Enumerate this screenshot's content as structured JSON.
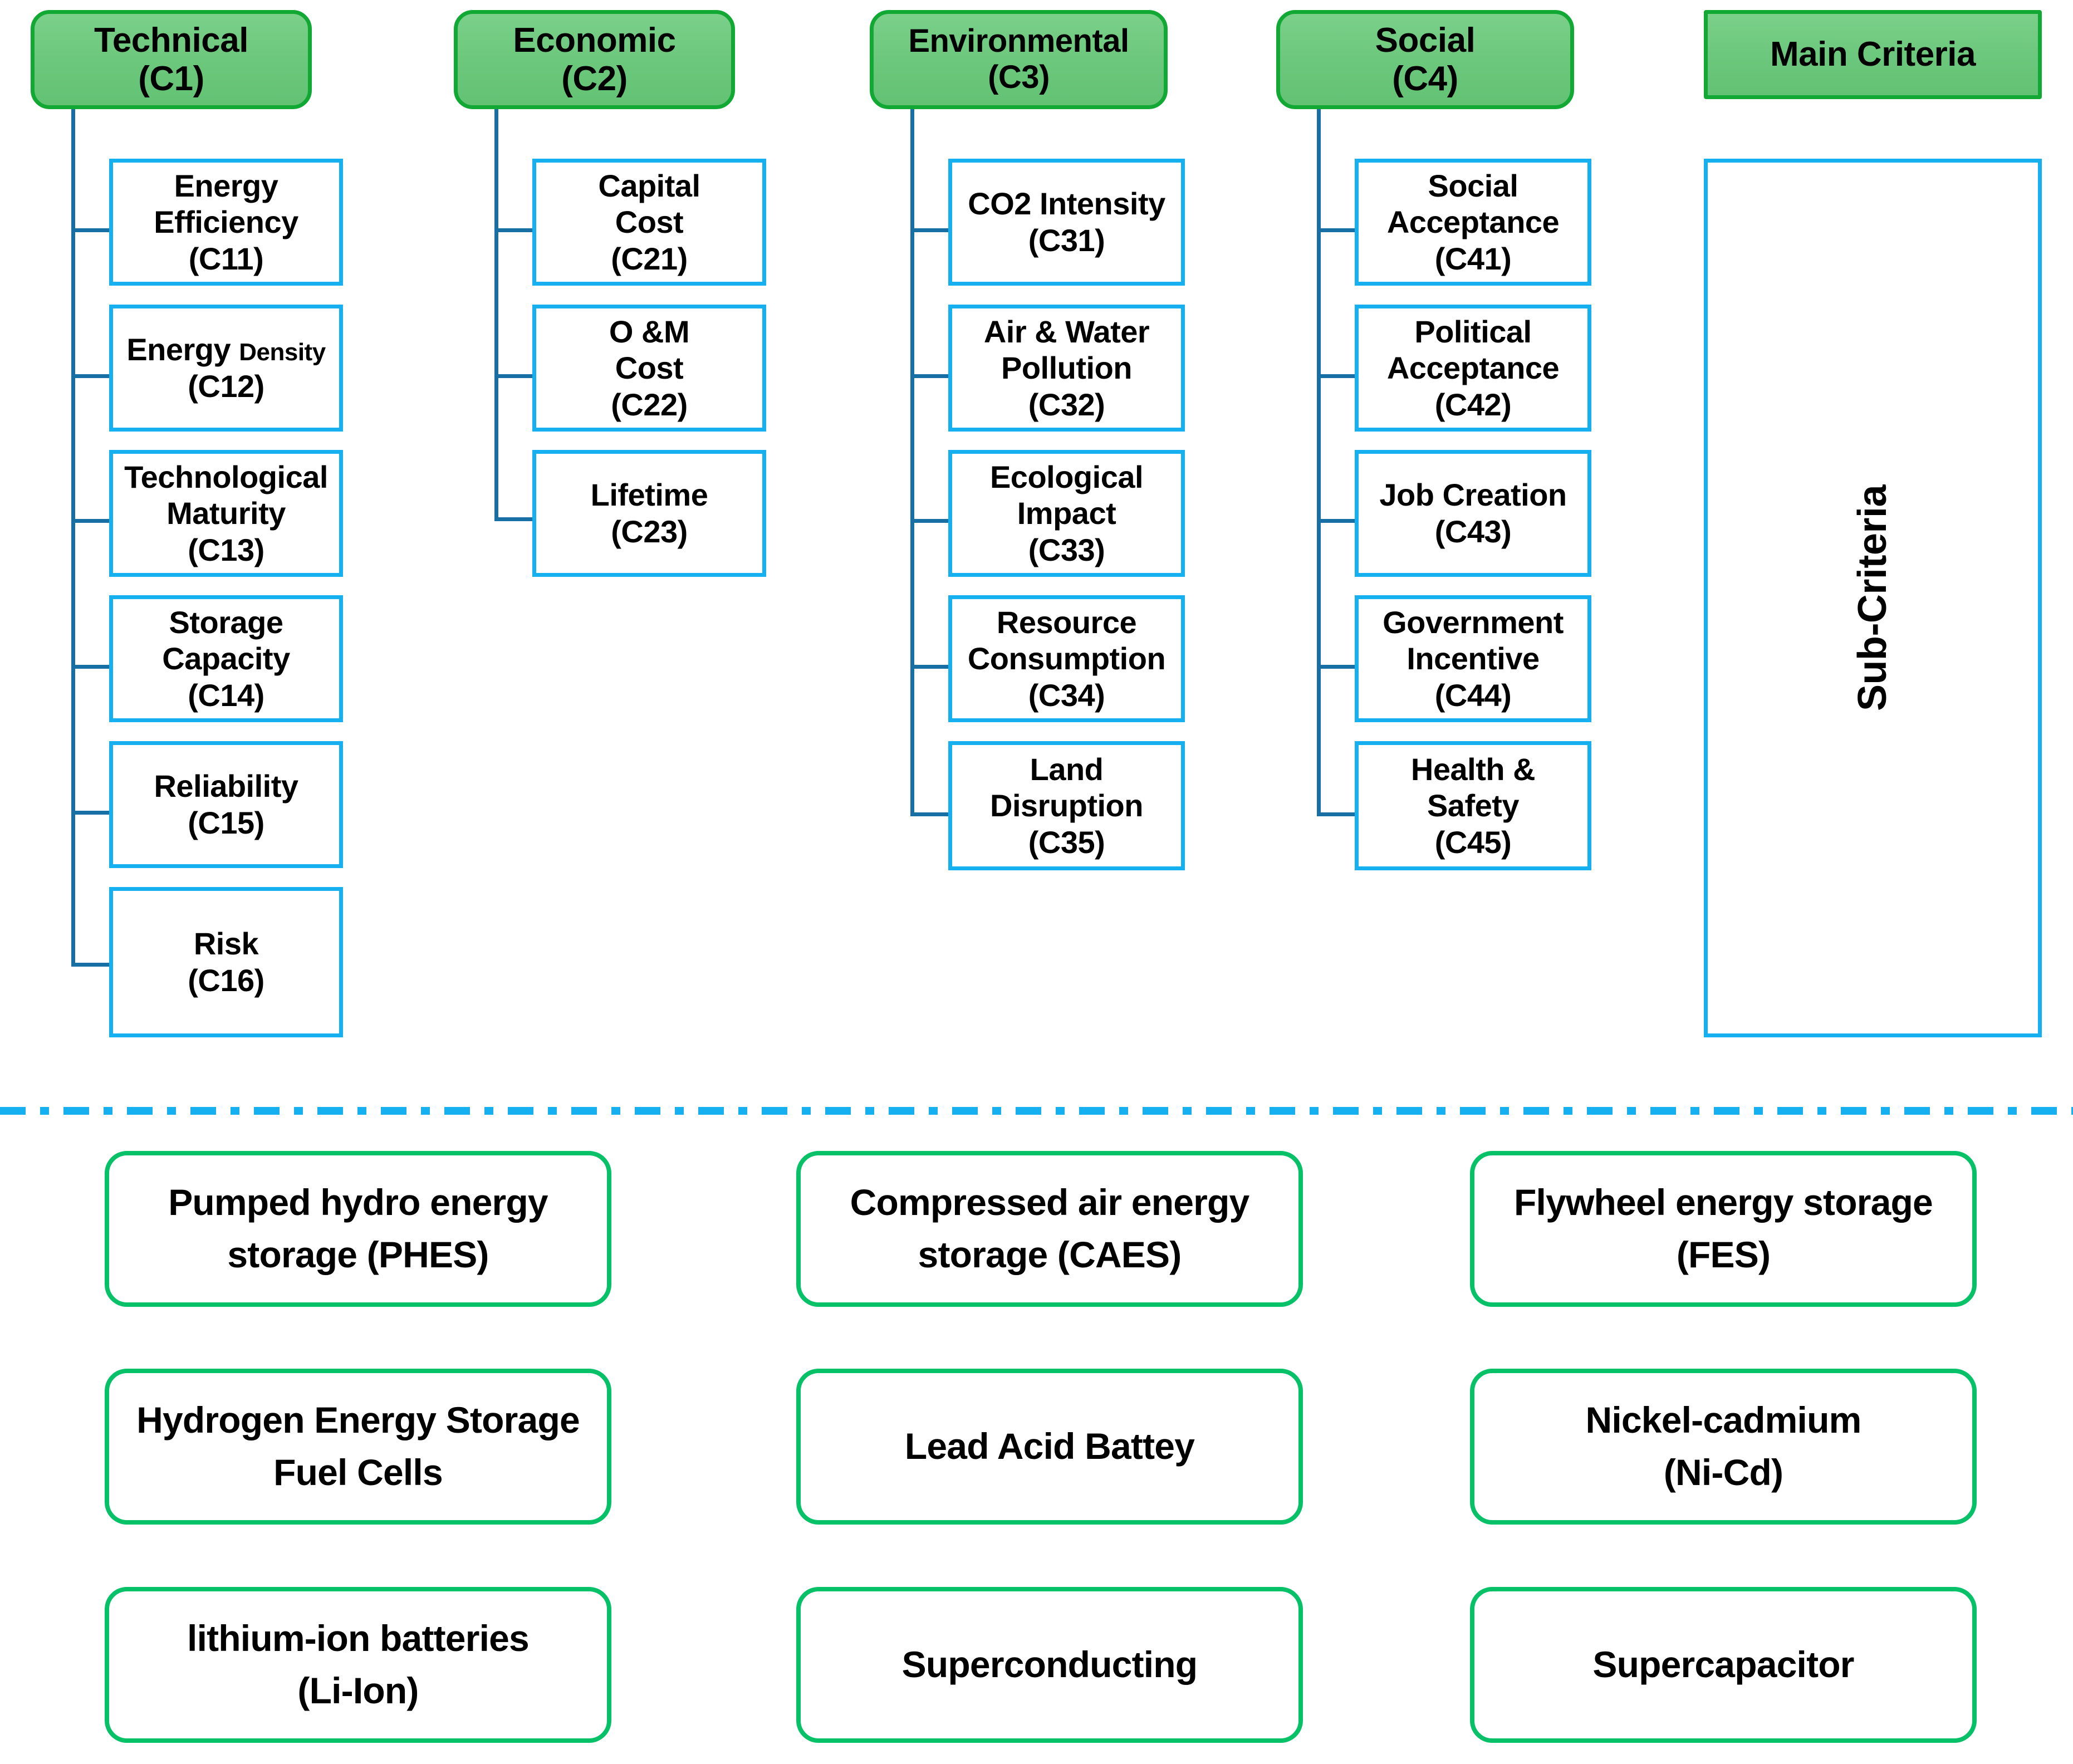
{
  "diagram": {
    "title_legend": {
      "main_criteria_label": "Main Criteria",
      "sub_criteria_label": "Sub-Criteria"
    },
    "columns": [
      {
        "id": "C1",
        "main_label_line1": "Technical",
        "main_label_line2": "(C1)",
        "sub_criteria": [
          {
            "code": "C11",
            "line1": "Energy",
            "line2": "Efficiency",
            "code_line": "(C11)"
          },
          {
            "code": "C12",
            "line1": "Energy",
            "line1b": "Density",
            "code_line": "(C12)"
          },
          {
            "code": "C13",
            "line1": "Technological",
            "line2": "Maturity",
            "code_line": "(C13)"
          },
          {
            "code": "C14",
            "line1": "Storage",
            "line2": "Capacity",
            "code_line": "(C14)"
          },
          {
            "code": "C15",
            "line1": "Reliability",
            "code_line": "(C15)"
          },
          {
            "code": "C16",
            "line1": "Risk",
            "code_line": "(C16)"
          }
        ]
      },
      {
        "id": "C2",
        "main_label_line1": "Economic",
        "main_label_line2": "(C2)",
        "sub_criteria": [
          {
            "code": "C21",
            "line1": "Capital",
            "line2": "Cost",
            "code_line": "(C21)"
          },
          {
            "code": "C22",
            "line1": "O &M",
            "line2": "Cost",
            "code_line": "(C22)"
          },
          {
            "code": "C23",
            "line1": "Lifetime",
            "code_line": "(C23)"
          }
        ]
      },
      {
        "id": "C3",
        "main_label_line1": "Environmental",
        "main_label_line2": "(C3)",
        "sub_criteria": [
          {
            "code": "C31",
            "line1": "CO2 Intensity",
            "code_line": "(C31)"
          },
          {
            "code": "C32",
            "line1": "Air & Water",
            "line2": "Pollution",
            "code_line": "(C32)"
          },
          {
            "code": "C33",
            "line1": "Ecological",
            "line2": "Impact",
            "code_line": "(C33)"
          },
          {
            "code": "C34",
            "line1": "Resource",
            "line2": "Consumption",
            "code_line": "(C34)"
          },
          {
            "code": "C35",
            "line1": "Land",
            "line2": "Disruption",
            "code_line": "(C35)"
          }
        ]
      },
      {
        "id": "C4",
        "main_label_line1": "Social",
        "main_label_line2": "(C4)",
        "sub_criteria": [
          {
            "code": "C41",
            "line1": "Social",
            "line2": "Acceptance",
            "code_line": "(C41)"
          },
          {
            "code": "C42",
            "line1": "Political",
            "line2": "Acceptance",
            "code_line": "(C42)"
          },
          {
            "code": "C43",
            "line1": "Job Creation",
            "code_line": "(C43)"
          },
          {
            "code": "C44",
            "line1": "Government",
            "line2": "Incentive",
            "code_line": "(C44)"
          },
          {
            "code": "C45",
            "line1": "Health &",
            "line2": "Safety",
            "code_line": "(C45)"
          }
        ]
      }
    ],
    "alternatives": [
      {
        "line1": "Pumped hydro energy",
        "line2": "storage (PHES)"
      },
      {
        "line1": "Compressed air energy",
        "line2": "storage (CAES)"
      },
      {
        "line1": "Flywheel energy storage",
        "line2": "(FES)"
      },
      {
        "line1": "Hydrogen Energy Storage",
        "line2": "Fuel Cells"
      },
      {
        "line1": "Lead Acid Battey",
        "line2": ""
      },
      {
        "line1": "Nickel-cadmium",
        "line2": "(Ni-Cd)"
      },
      {
        "line1": "lithium-ion batteries",
        "line2": "(Li-Ion)"
      },
      {
        "line1": "Superconducting",
        "line2": ""
      },
      {
        "line1": "Supercapacitor",
        "line2": ""
      }
    ],
    "colors": {
      "main_box_fill": "#6CC87C",
      "main_box_border": "#11A834",
      "sub_box_border": "#16B0F0",
      "connector": "#176FA3",
      "divider": "#16B0F0",
      "alternative_border": "#06C167",
      "text": "#000000"
    }
  }
}
